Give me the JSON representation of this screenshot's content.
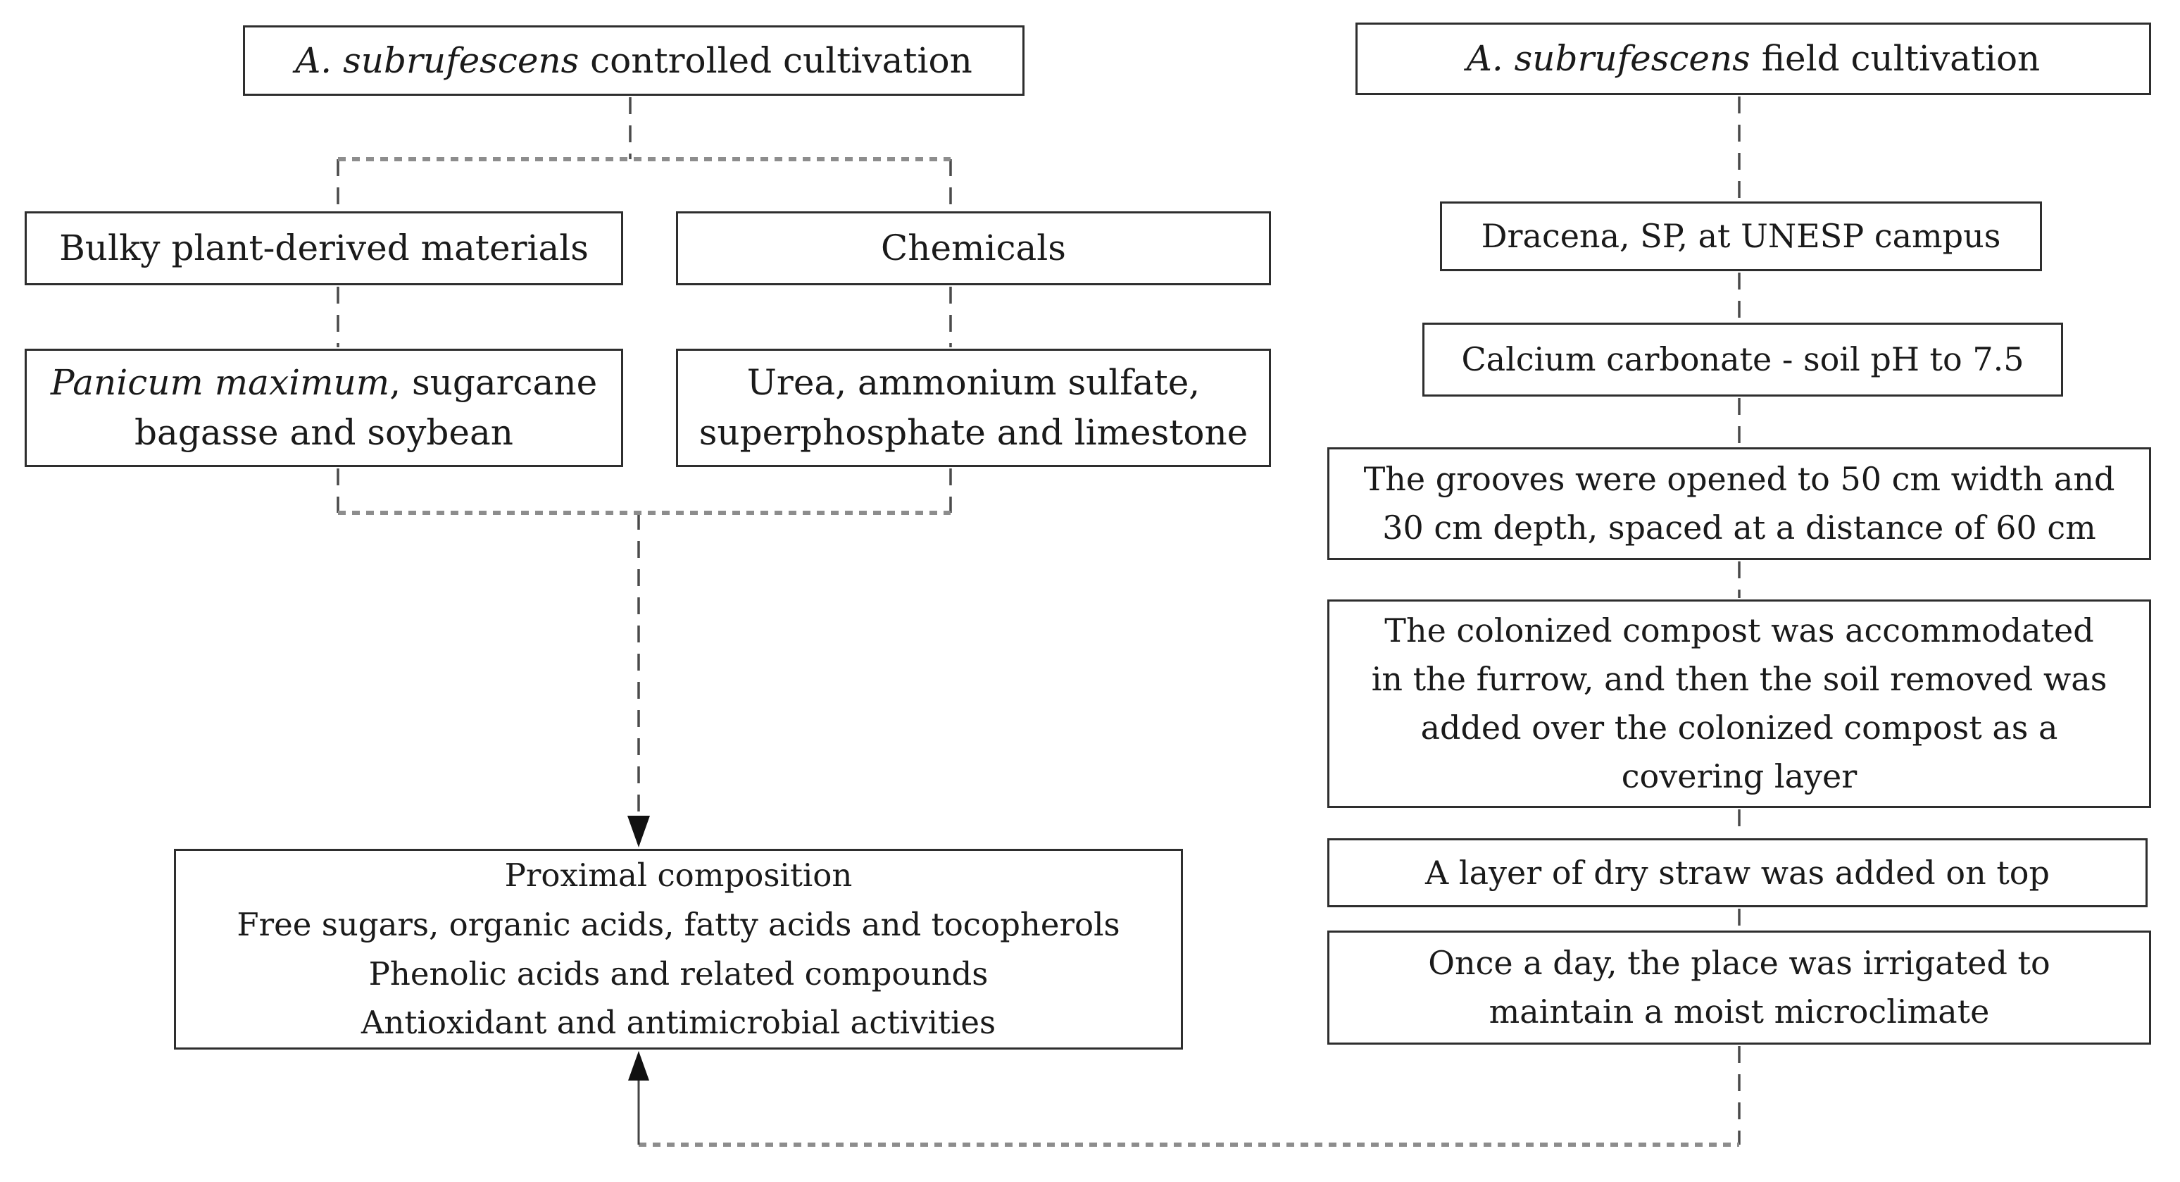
{
  "figure": {
    "left": {
      "title": {
        "species": "A. subrufescens",
        "rest": " controlled cultivation"
      },
      "materials_box": "Bulky plant-derived materials",
      "chemicals_box": "Chemicals",
      "materials_detail": {
        "species": "Panicum maximum",
        "rest": ", sugarcane\nbagasse and soybean"
      },
      "chemicals_detail": "Urea, ammonium sulfate,\nsuperphosphate and limestone",
      "analyses_box": "Proximal composition\nFree sugars, organic acids, fatty acids and tocopherols\nPhenolic acids and related compounds\nAntioxidant and antimicrobial activities"
    },
    "right": {
      "title": {
        "species": "A. subrufescens",
        "rest": " field cultivation"
      },
      "steps": [
        "Dracena, SP, at UNESP campus",
        "Calcium carbonate - soil pH to 7.5",
        "The grooves were opened to 50 cm width and\n30 cm depth, spaced at a distance of 60 cm",
        "The colonized compost was accommodated\nin the furrow, and then the soil removed was\nadded over the colonized compost as a\ncovering layer",
        "A layer of dry straw was added on top",
        "Once a day, the place was irrigated to\nmaintain a moist microclimate"
      ]
    },
    "colors": {
      "box_border": "#2e2e2e",
      "text": "#1a1a1a",
      "dash_dark": "#4a4a4a",
      "dash_gray": "#8d8d8d",
      "arrow": "#111111"
    }
  }
}
